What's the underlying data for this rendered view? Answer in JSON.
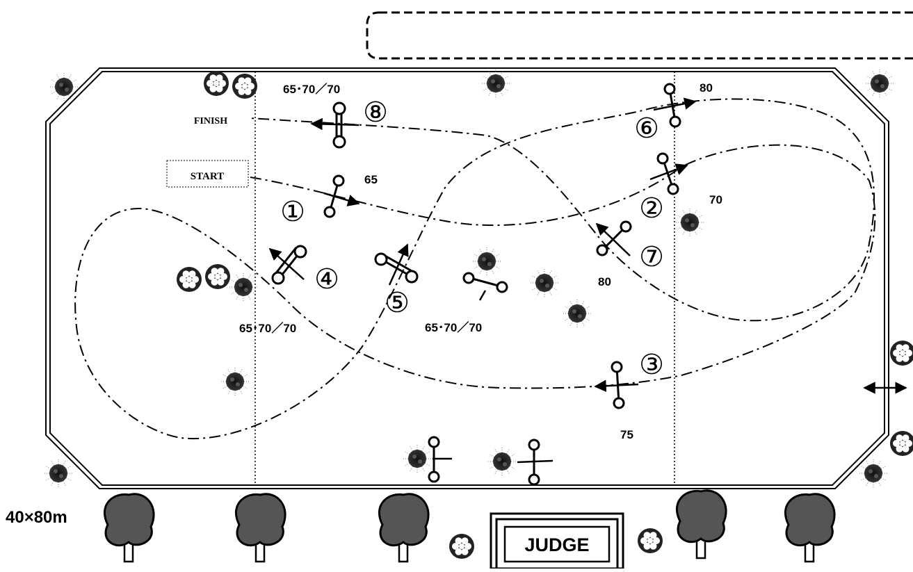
{
  "course": {
    "arena_size": "40×80m",
    "start_label": "START",
    "finish_label": "FINISH",
    "judge_label": "JUDGE"
  },
  "obstacles": [
    {
      "number": "①",
      "height": "65"
    },
    {
      "number": "②",
      "height": "70"
    },
    {
      "number": "③",
      "height": "75"
    },
    {
      "number": "④",
      "height": "65･70／70"
    },
    {
      "number": "⑤",
      "height": "65･70／70"
    },
    {
      "number": "⑥",
      "height": "80"
    },
    {
      "number": "⑦",
      "height": "80"
    },
    {
      "number": "⑧",
      "height": "65･70／70"
    }
  ],
  "icons": [
    "shrub-icon",
    "tree-icon",
    "flower-pot-icon",
    "jump-fence-icon",
    "direction-arrow-icon",
    "double-arrow-icon"
  ]
}
